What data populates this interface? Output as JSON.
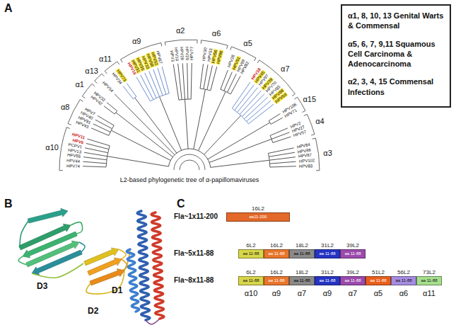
{
  "diagram": {
    "nodes": [
      {
        "text": [
          "α1, 8, 10, 13 Genital Warts & Commensal",
          "α5, 6, 7, 9,11 Squamous Cell Carcinoma & Adenocarcinoma",
          "α2, 3, 4, 15 Commensal Infections"
        ]
      },
      {
        "text": [
          "16L2",
          "aa11-200"
        ]
      },
      {
        "text": [
          "6L2",
          "aa 11-88"
        ]
      },
      {
        "text": [
          "16L2",
          "aa 11-88"
        ]
      },
      {
        "text": [
          "18L2",
          "aa 11-88"
        ]
      },
      {
        "text": [
          "31L2",
          "aa 11-88"
        ]
      },
      {
        "text": [
          "39L2",
          "aa 11-88"
        ]
      },
      {
        "text": [
          "6L2",
          "aa 11-88"
        ]
      },
      {
        "text": [
          "16L2",
          "aa 11-88"
        ]
      },
      {
        "text": [
          "18L2",
          "aa 11-88"
        ]
      },
      {
        "text": [
          "31L2",
          "aa 11-88"
        ]
      },
      {
        "text": [
          "39L2",
          "aa 11-88"
        ]
      },
      {
        "text": [
          "51L2",
          "aa 11-88"
        ]
      },
      {
        "text": [
          "56L2",
          "aa 11-88"
        ]
      },
      {
        "text": [
          "73L2",
          "aa 11-88"
        ]
      }
    ],
    "labels": [
      "A",
      "α10",
      "α8",
      "α1",
      "α13",
      "α11",
      "α9",
      "α2",
      "α6",
      "α5",
      "α7",
      "α15",
      "α4",
      "α3",
      "HPV74",
      "HPV44",
      "HPV55",
      "HPV13",
      "PCPV1",
      "HPV6",
      "HPV11",
      "HPV43",
      "HPV91",
      "HPV40",
      "HPV7",
      "HPV42",
      "HPV32",
      "HPV54",
      "HPV34",
      "HPV73",
      "HPV16",
      "HPV31",
      "HPV35",
      "HPV33",
      "HPV58",
      "HPV52",
      "HPV67",
      "HPV3",
      "HPV10",
      "HPV28",
      "HPV29",
      "HPV77",
      "HPV30",
      "HPV53",
      "HPV56",
      "HPV66",
      "HPV26",
      "HPV51",
      "HPV69",
      "HPV82",
      "HPV18",
      "HPV45",
      "HPV97",
      "HPV39",
      "HPV70",
      "HPV85",
      "HPV68",
      "HPV59",
      "HPV106",
      "HPV71",
      "HPV2",
      "HPV27",
      "HPV57",
      "HPV84",
      "HPV86",
      "HPV87",
      "HPV102",
      "HPV83",
      "L2-based phylogenetic tree of α-papillomaviruses",
      "B",
      "D3",
      "D2",
      "D1",
      "C",
      "Fla~1x11-200",
      "Fla~5x11-88",
      "Fla~8x11-88",
      "α10",
      "α9",
      "α7",
      "α9",
      "α7",
      "α5",
      "α6",
      "α11"
    ]
  }
}
